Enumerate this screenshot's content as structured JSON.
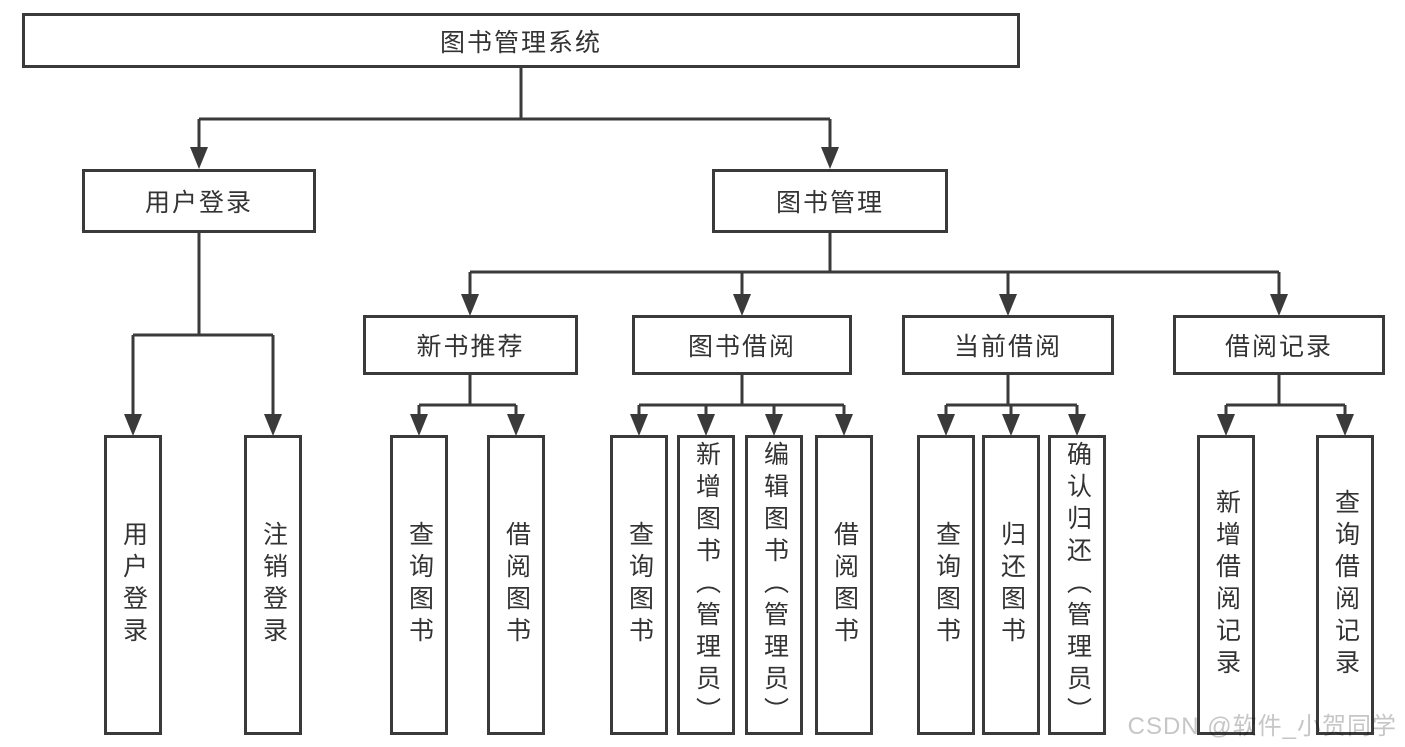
{
  "diagram": {
    "root": "图书管理系统",
    "branches": [
      {
        "label": "用户登录",
        "leaves": [
          "用户登录",
          "注销登录"
        ]
      },
      {
        "label": "图书管理",
        "groups": [
          {
            "label": "新书推荐",
            "leaves": [
              "查询图书",
              "借阅图书"
            ]
          },
          {
            "label": "图书借阅",
            "leaves": [
              "查询图书",
              "新增图书（管理员）",
              "编辑图书（管理员）",
              "借阅图书"
            ]
          },
          {
            "label": "当前借阅",
            "leaves": [
              "查询图书",
              "归还图书",
              "确认归还（管理员）"
            ]
          },
          {
            "label": "借阅记录",
            "leaves": [
              "新增借阅记录",
              "查询借阅记录"
            ]
          }
        ]
      }
    ]
  },
  "watermark": {
    "text": "CSDN @软件_小贺同学"
  },
  "colors": {
    "line": "#3a3a3a",
    "text": "#333333",
    "background": "#ffffff",
    "watermark": "#c6c6c6"
  }
}
